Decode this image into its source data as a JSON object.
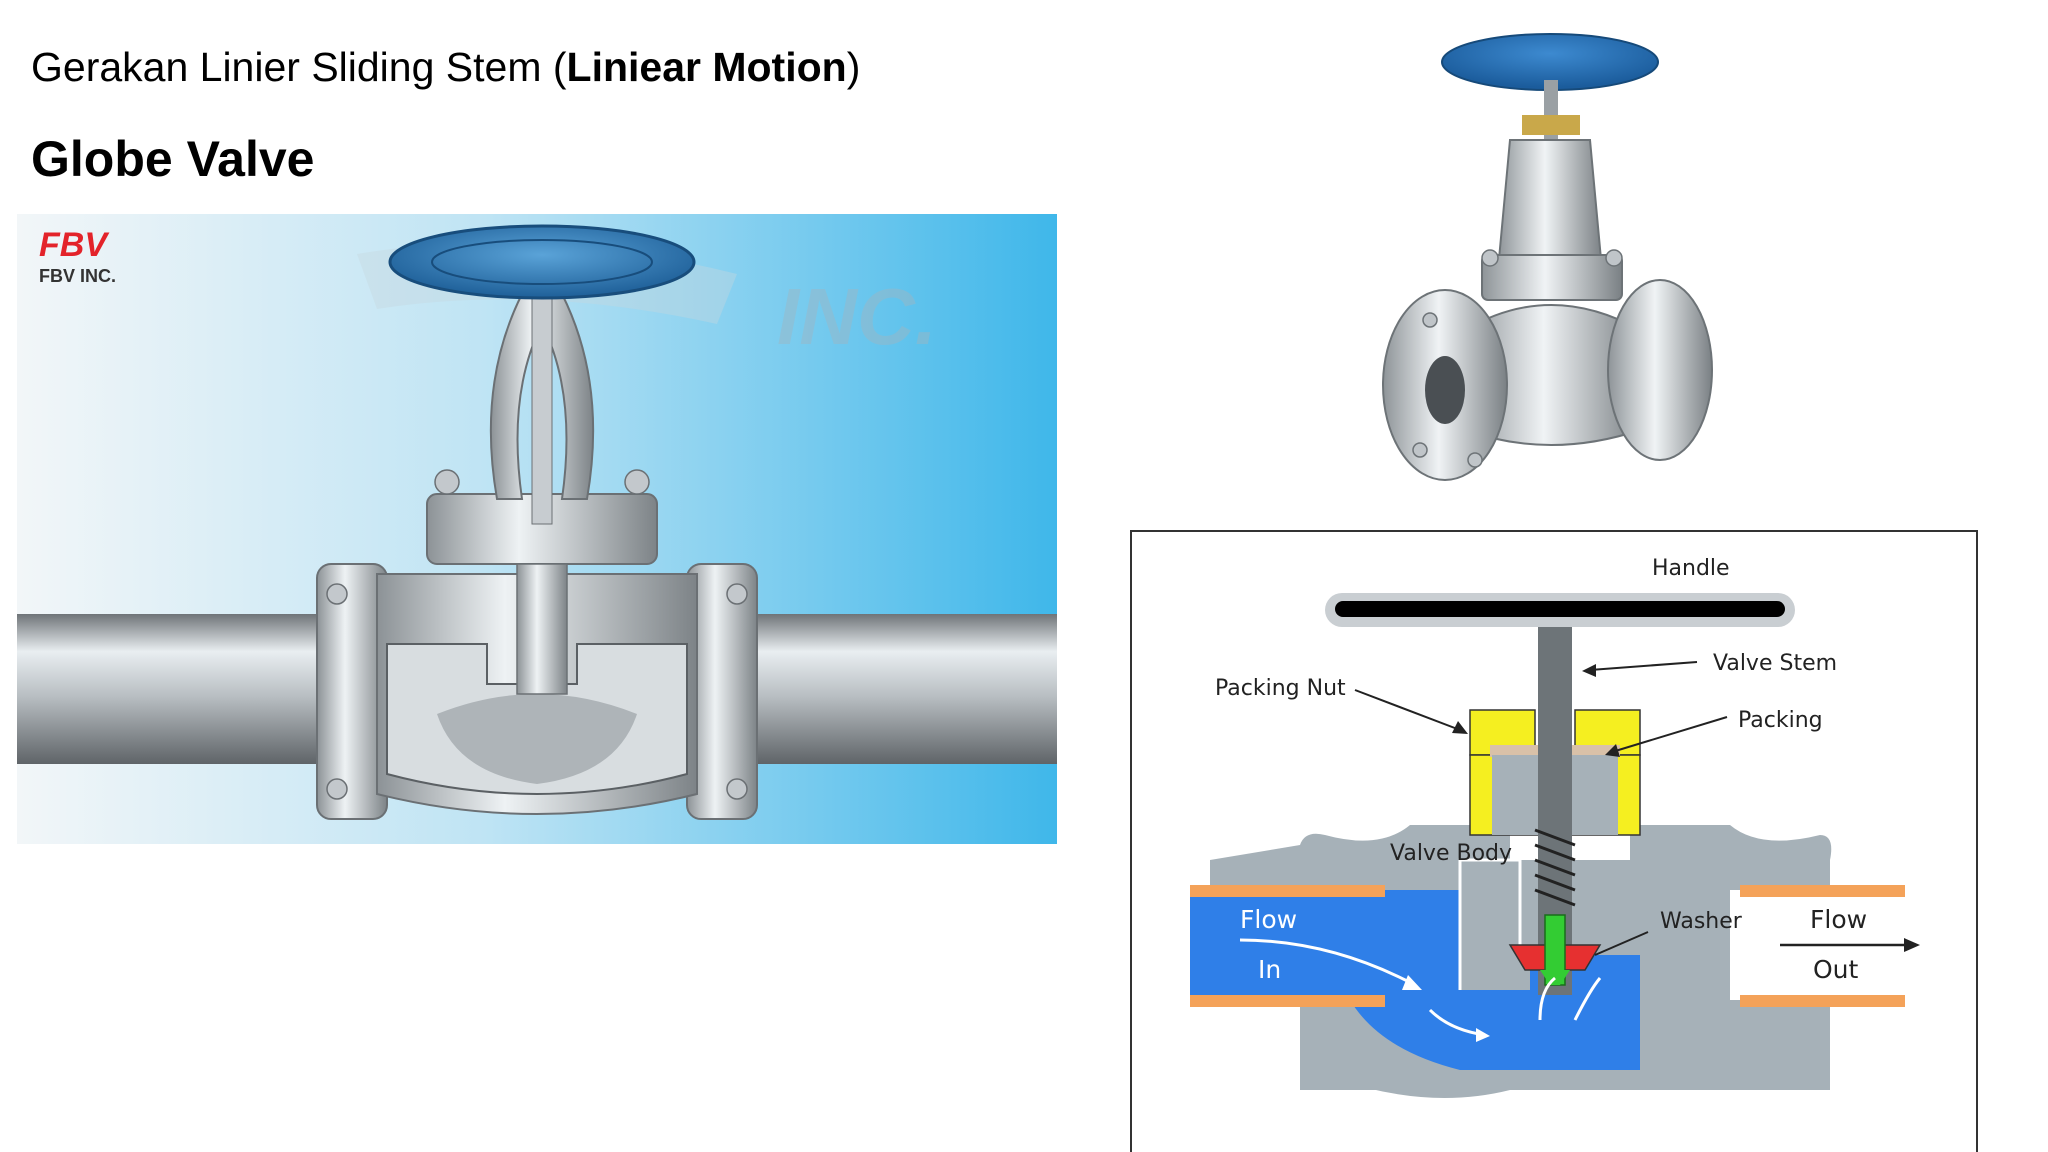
{
  "slide": {
    "subtitle_prefix": "Gerakan Linier Sliding Stem (",
    "subtitle_bold": "Liniear Motion",
    "subtitle_suffix": ")",
    "title": "Globe Valve"
  },
  "cutaway_photo": {
    "logo_text": "FBV",
    "logo_caption": "FBV INC.",
    "watermark_text": "INC."
  },
  "diagram": {
    "labels": {
      "handle": "Handle",
      "valve_stem": "Valve Stem",
      "packing_nut": "Packing Nut",
      "packing": "Packing",
      "valve_body": "Valve Body",
      "washer": "Washer",
      "flow_in_1": "Flow",
      "flow_in_2": "In",
      "flow_out_1": "Flow",
      "flow_out_2": "Out"
    }
  },
  "colors": {
    "logo_red": "#e3232a",
    "wheel_blue": "#2b73b4",
    "sky_blue": "#4fbfec",
    "pipe_orange": "#f4a259",
    "packing_yellow": "#f5ef20",
    "packing_tan": "#d9c1a8",
    "fluid_blue": "#2f7fe8",
    "body_grey": "#a6b1b8",
    "washer_red": "#e63030",
    "plug_green": "#33cc33"
  }
}
